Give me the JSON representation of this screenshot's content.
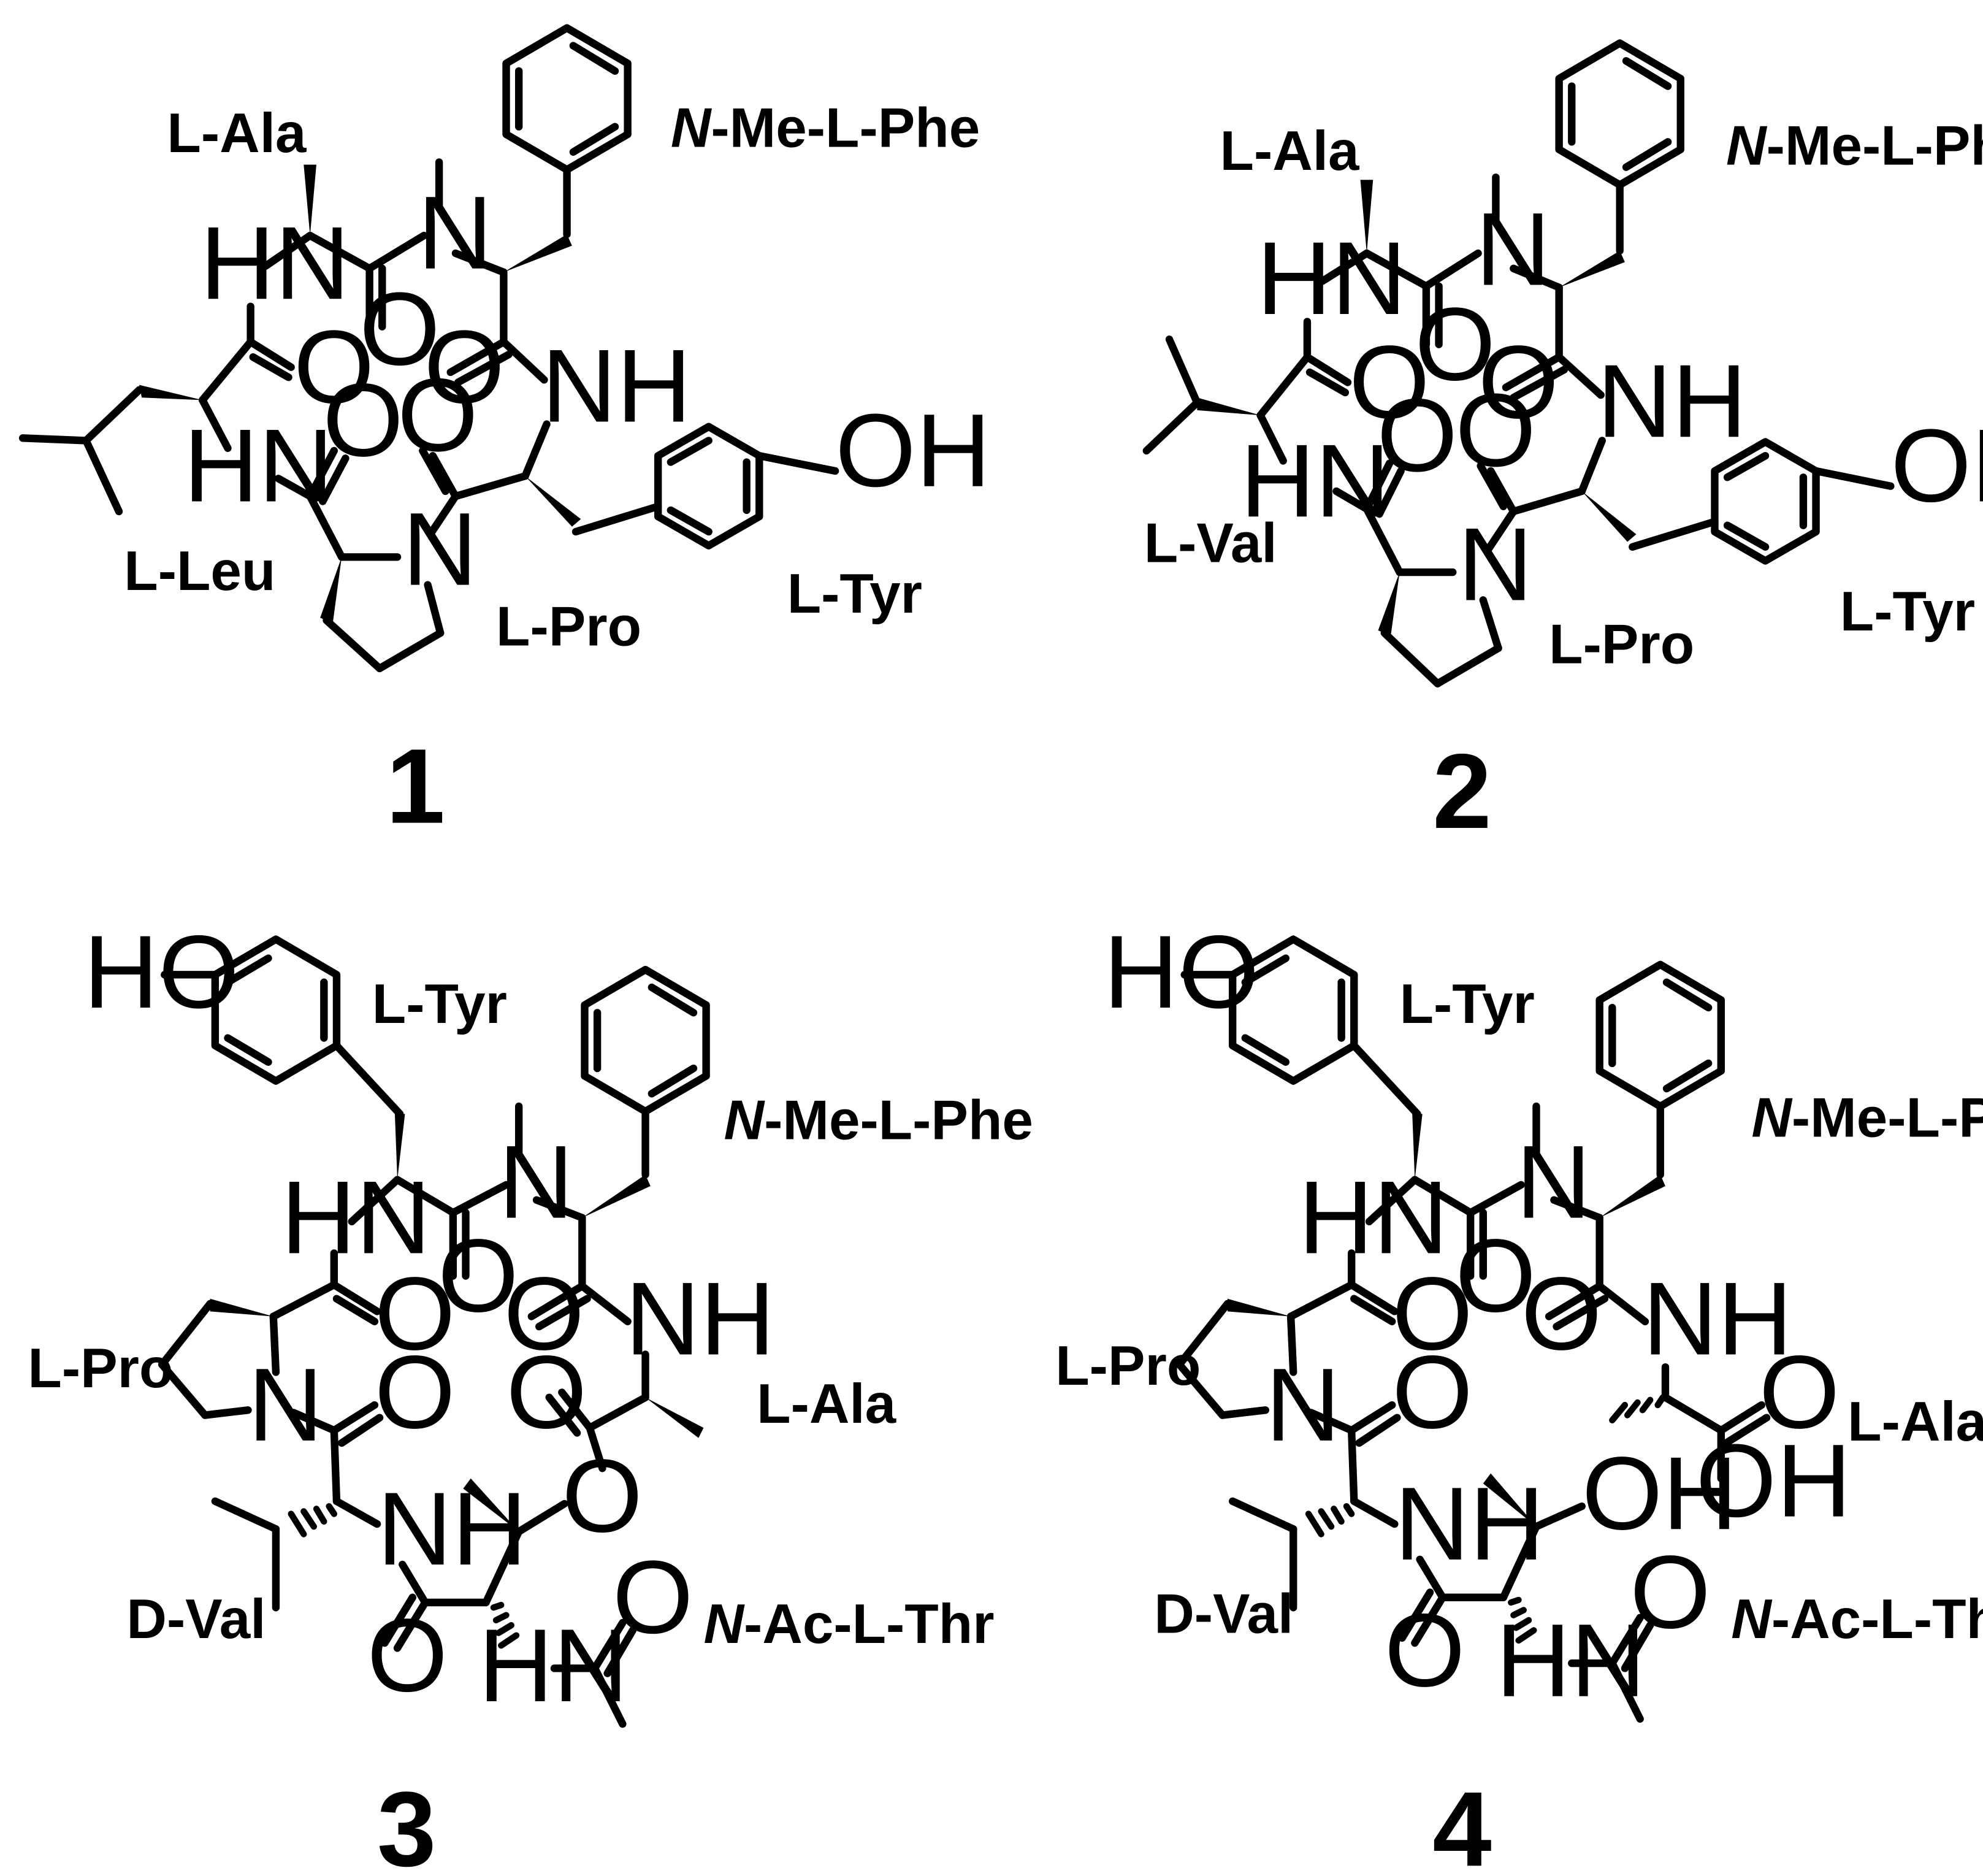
{
  "compounds": [
    {
      "number": "1",
      "residues": {
        "ala": "L-Ala",
        "mephe_prefix": "N",
        "mephe_rest": "-Me-L-Phe",
        "leu": "L-Leu",
        "pro": "L-Pro",
        "tyr": "L-Tyr"
      }
    },
    {
      "number": "2",
      "residues": {
        "ala": "L-Ala",
        "mephe_prefix": "N",
        "mephe_rest": "-Me-L-Phe",
        "val": "L-Val",
        "pro": "L-Pro",
        "tyr": "L-Tyr"
      }
    },
    {
      "number": "3",
      "residues": {
        "tyr": "L-Tyr",
        "mephe_prefix": "N",
        "mephe_rest": "-Me-L-Phe",
        "pro": "L-Pro",
        "ala": "L-Ala",
        "dval": "D-Val",
        "acthr_prefix": "N",
        "acthr_rest": "-Ac-L-Thr"
      }
    },
    {
      "number": "4",
      "residues": {
        "tyr": "L-Tyr",
        "mephe_prefix": "N",
        "mephe_rest": "-Me-L-Phe",
        "pro": "L-Pro",
        "ala": "L-Ala",
        "dval": "D-Val",
        "acthr_prefix": "N",
        "acthr_rest": "-Ac-L-Thr"
      }
    }
  ],
  "atoms": {
    "hn": "HN",
    "nh": "NH",
    "n": "N",
    "o": "O",
    "oh": "OH",
    "ho": "HO"
  }
}
